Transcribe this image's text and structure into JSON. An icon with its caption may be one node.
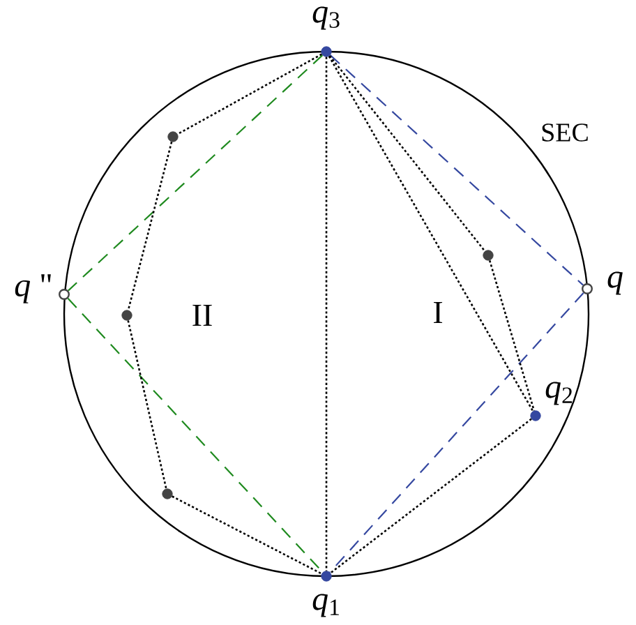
{
  "diagram": {
    "nodes": [
      {
        "text": [],
        "shape": "circle",
        "beside": [
          "*q*$_{3}$"
        ]
      },
      {
        "text": [],
        "shape": "circle"
      },
      {
        "text": [],
        "shape": "circle",
        "beside": [
          "*q* \""
        ]
      },
      {
        "text": [],
        "shape": "circle"
      },
      {
        "text": [],
        "shape": "circle"
      },
      {
        "text": [],
        "shape": "circle",
        "beside": [
          "*q*"
        ]
      },
      {
        "text": [],
        "shape": "circle",
        "beside": [
          "*q*$_{2}$"
        ]
      },
      {
        "text": [],
        "shape": "circle"
      },
      {
        "text": [],
        "shape": "circle",
        "beside": [
          "*q*$_{1}$"
        ]
      }
    ],
    "edges": [
      {
        "from": 0,
        "to": 2,
        "arrow": "none",
        "style": "dashed",
        "color": "#1f8a1f"
      },
      {
        "from": 2,
        "to": 8,
        "arrow": "none",
        "style": "dashed",
        "color": "#1f8a1f"
      },
      {
        "from": 0,
        "to": 5,
        "arrow": "none",
        "style": "dashed",
        "color": "#3548a0"
      },
      {
        "from": 5,
        "to": 8,
        "arrow": "none",
        "style": "dashed",
        "color": "#3548a0"
      },
      {
        "from": 0,
        "to": 8,
        "arrow": "none"
      },
      {
        "from": 0,
        "to": 1,
        "arrow": "none"
      },
      {
        "from": 1,
        "to": 3,
        "arrow": "none"
      },
      {
        "from": 3,
        "to": 7,
        "arrow": "none"
      },
      {
        "from": 7,
        "to": 8,
        "arrow": "none"
      },
      {
        "from": 0,
        "to": 4,
        "arrow": "none"
      },
      {
        "from": 4,
        "to": 6,
        "arrow": "none"
      },
      {
        "from": 0,
        "to": 6,
        "arrow": "none"
      },
      {
        "from": 6,
        "to": 8,
        "arrow": "none"
      }
    ],
    "labels": [
      "SEC",
      "II",
      "I"
    ]
  }
}
